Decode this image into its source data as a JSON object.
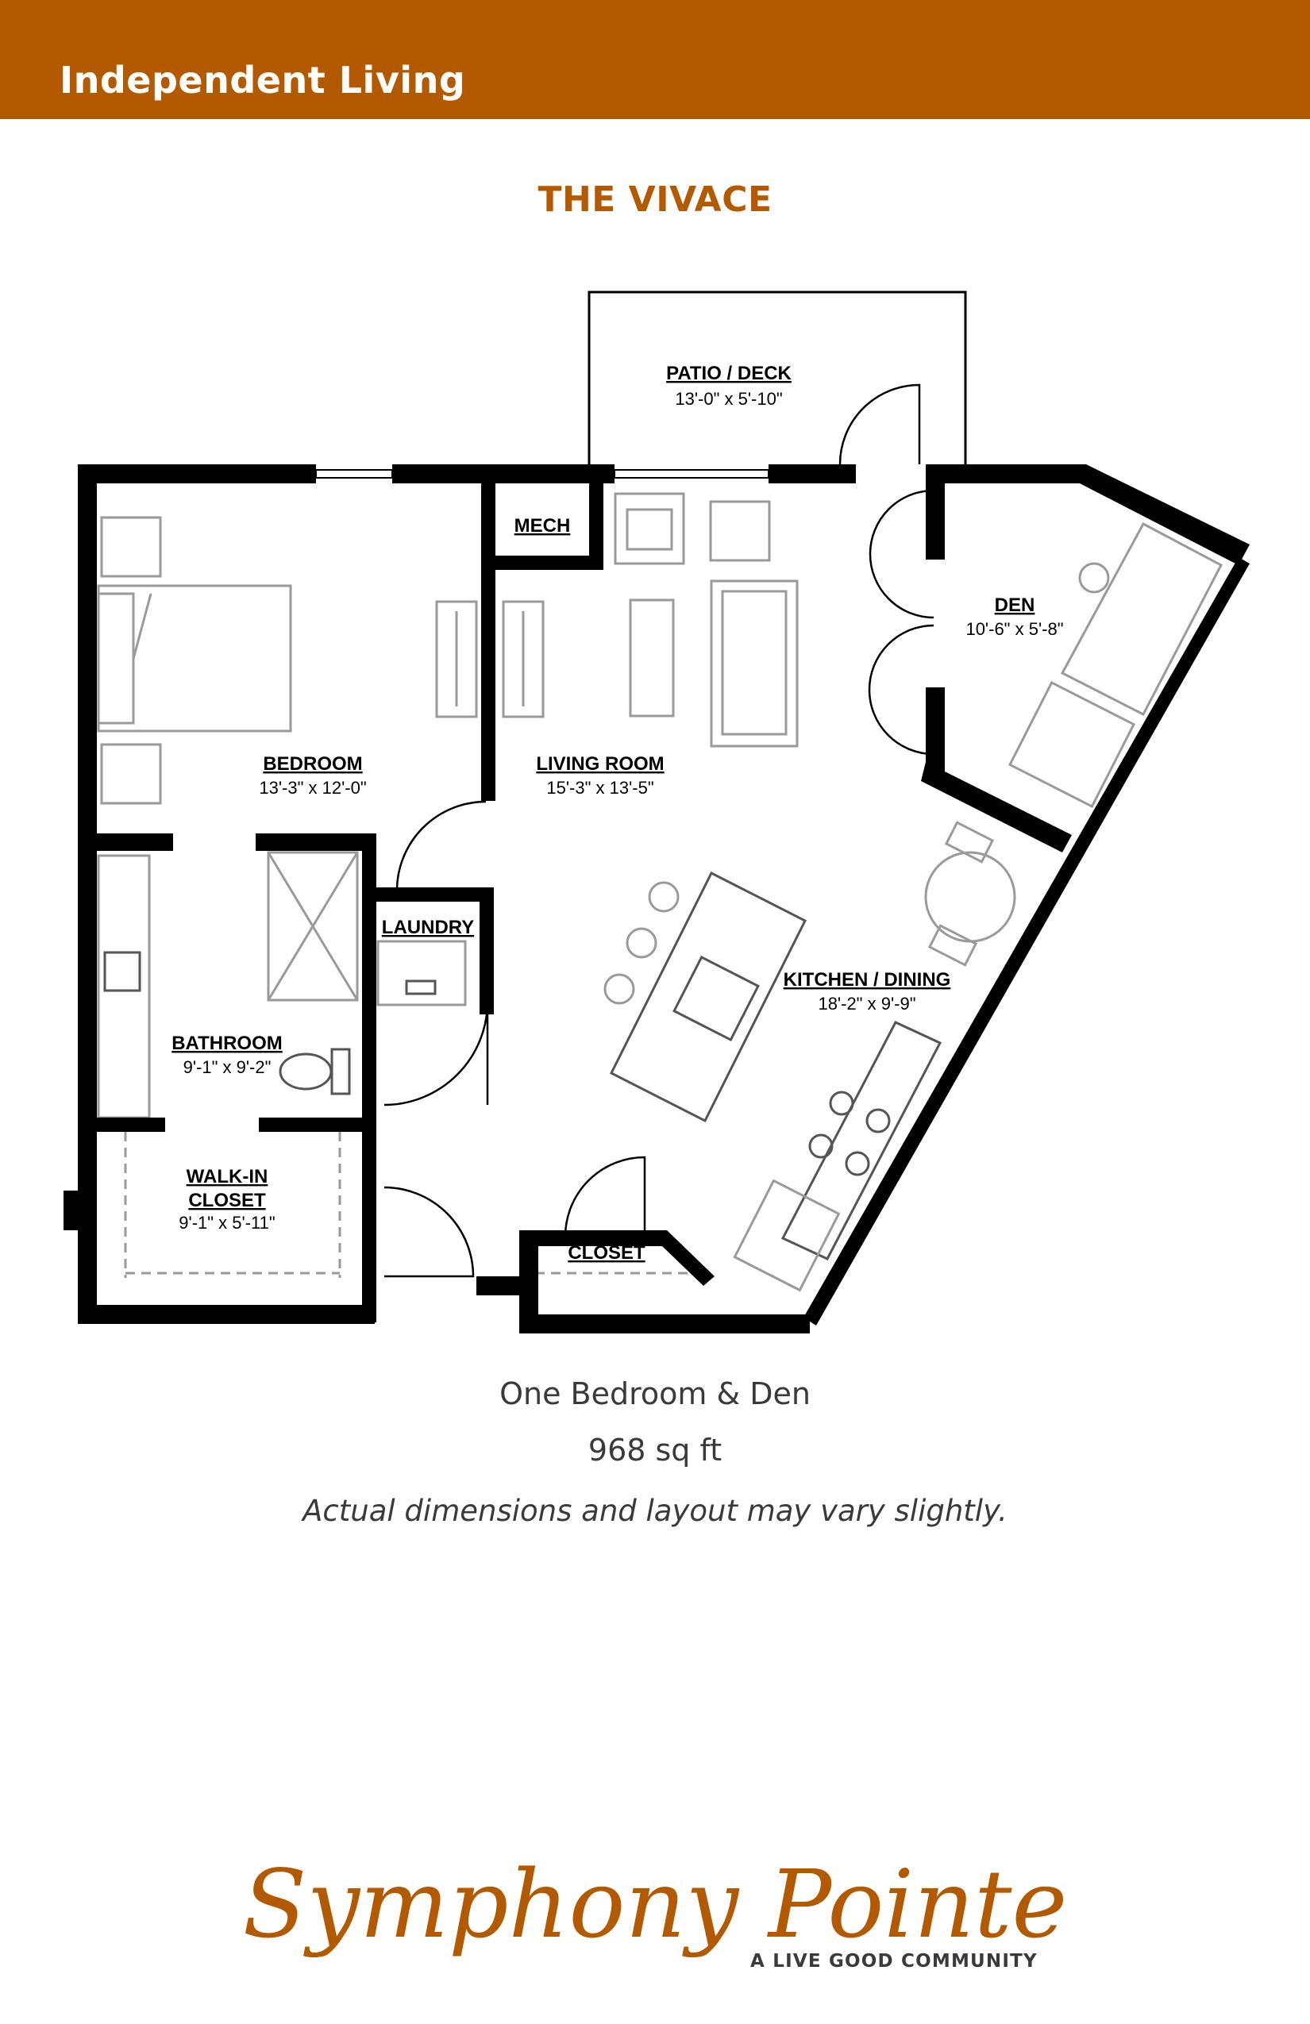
{
  "header": {
    "section_title": "Independent Living"
  },
  "plan": {
    "name": "THE VIVACE",
    "rooms": [
      {
        "name": "PATIO / DECK",
        "dims": "13'-0\" x 5'-10\""
      },
      {
        "name": "MECH",
        "dims": ""
      },
      {
        "name": "DEN",
        "dims": "10'-6\" x 5'-8\""
      },
      {
        "name": "BEDROOM",
        "dims": "13'-3\" x 12'-0\""
      },
      {
        "name": "LIVING ROOM",
        "dims": "15'-3\" x 13'-5\""
      },
      {
        "name": "LAUNDRY",
        "dims": ""
      },
      {
        "name": "KITCHEN / DINING",
        "dims": "18'-2\" x 9'-9\""
      },
      {
        "name": "BATHROOM",
        "dims": "9'-1\" x 9'-2\""
      },
      {
        "name": "WALK-IN\nCLOSET",
        "dims": "9'-1\" x 5'-11\""
      },
      {
        "name": "CLOSET",
        "dims": ""
      }
    ]
  },
  "summary": {
    "unit_type": "One Bedroom & Den",
    "area": "968 sq ft",
    "disclaimer": "Actual dimensions and layout may vary slightly."
  },
  "branding": {
    "logo_text": "Symphony Pointe",
    "tagline": "A LIVE GOOD COMMUNITY"
  },
  "colors": {
    "brand": "#b35a00",
    "wall": "#000000",
    "fixture": "#9a9a9a",
    "text": "#3a3a3a"
  }
}
